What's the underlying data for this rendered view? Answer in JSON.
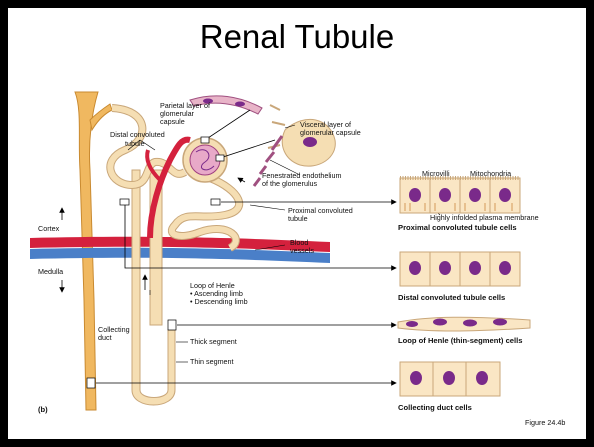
{
  "title": "Renal Tubule",
  "panel_letter": "(b)",
  "figure_ref": "Figure 24.4b",
  "regions": {
    "cortex": "Cortex",
    "medulla": "Medulla"
  },
  "labels": {
    "parietal_1": "Parietal layer of",
    "parietal_2": "glomerular",
    "parietal_3": "capsule",
    "distal_1": "Distal convoluted",
    "distal_2": "tubule",
    "visceral_1": "Visceral layer of",
    "visceral_2": "glomerular capsule",
    "fenestrated_1": "Fenestrated endothelium",
    "fenestrated_2": "of the glomerulus",
    "proximal_1": "Proximal convoluted",
    "proximal_2": "tubule",
    "blood_1": "Blood",
    "blood_2": "vessels",
    "loop": "Loop of Henle",
    "ascending": "• Ascending limb",
    "descending": "• Descending limb",
    "collecting_1": "Collecting",
    "collecting_2": "duct",
    "thick": "Thick segment",
    "thin": "Thin segment",
    "microvilli": "Microvilli",
    "mitochondria": "Mitochondria",
    "infolded": "Highly infolded plasma membrane"
  },
  "cell_captions": {
    "proximal": "Proximal convoluted tubule cells",
    "distal": "Distal convoluted tubule cells",
    "loop": "Loop of Henle (thin-segment) cells",
    "collecting": "Collecting duct cells"
  },
  "colors": {
    "tubule": "#f5deb3",
    "tubule_outline": "#c9a77a",
    "duct": "#f0b860",
    "artery": "#d4213d",
    "vein": "#4a7fc8",
    "nucleus": "#7a2a8a",
    "cell_fill": "#fae6c4"
  }
}
